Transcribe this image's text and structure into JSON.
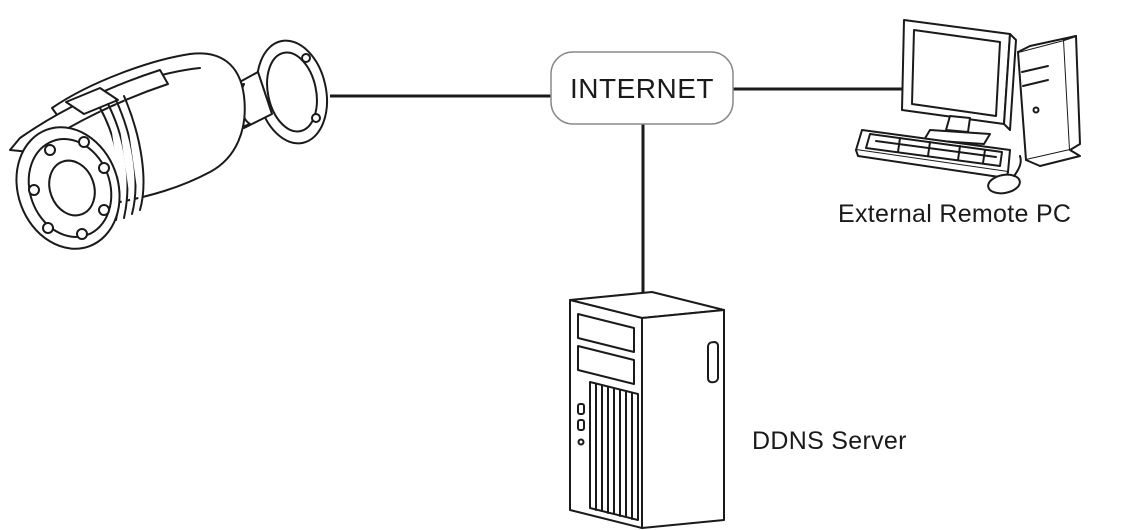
{
  "nodes": {
    "internet": {
      "label": "INTERNET"
    },
    "remote_pc": {
      "label": "External Remote PC",
      "icon": "desktop-computer-icon"
    },
    "ddns_server": {
      "label": "DDNS Server",
      "icon": "tower-server-icon"
    },
    "camera": {
      "icon": "bullet-camera-icon"
    }
  },
  "connections": [
    {
      "from": "camera",
      "to": "internet"
    },
    {
      "from": "internet",
      "to": "remote_pc"
    },
    {
      "from": "internet",
      "to": "ddns_server"
    }
  ],
  "colors": {
    "line": "#1a1a1a",
    "background": "#ffffff",
    "cloud_fill": "#ffffff",
    "cloud_stroke": "#8a8a8a"
  }
}
